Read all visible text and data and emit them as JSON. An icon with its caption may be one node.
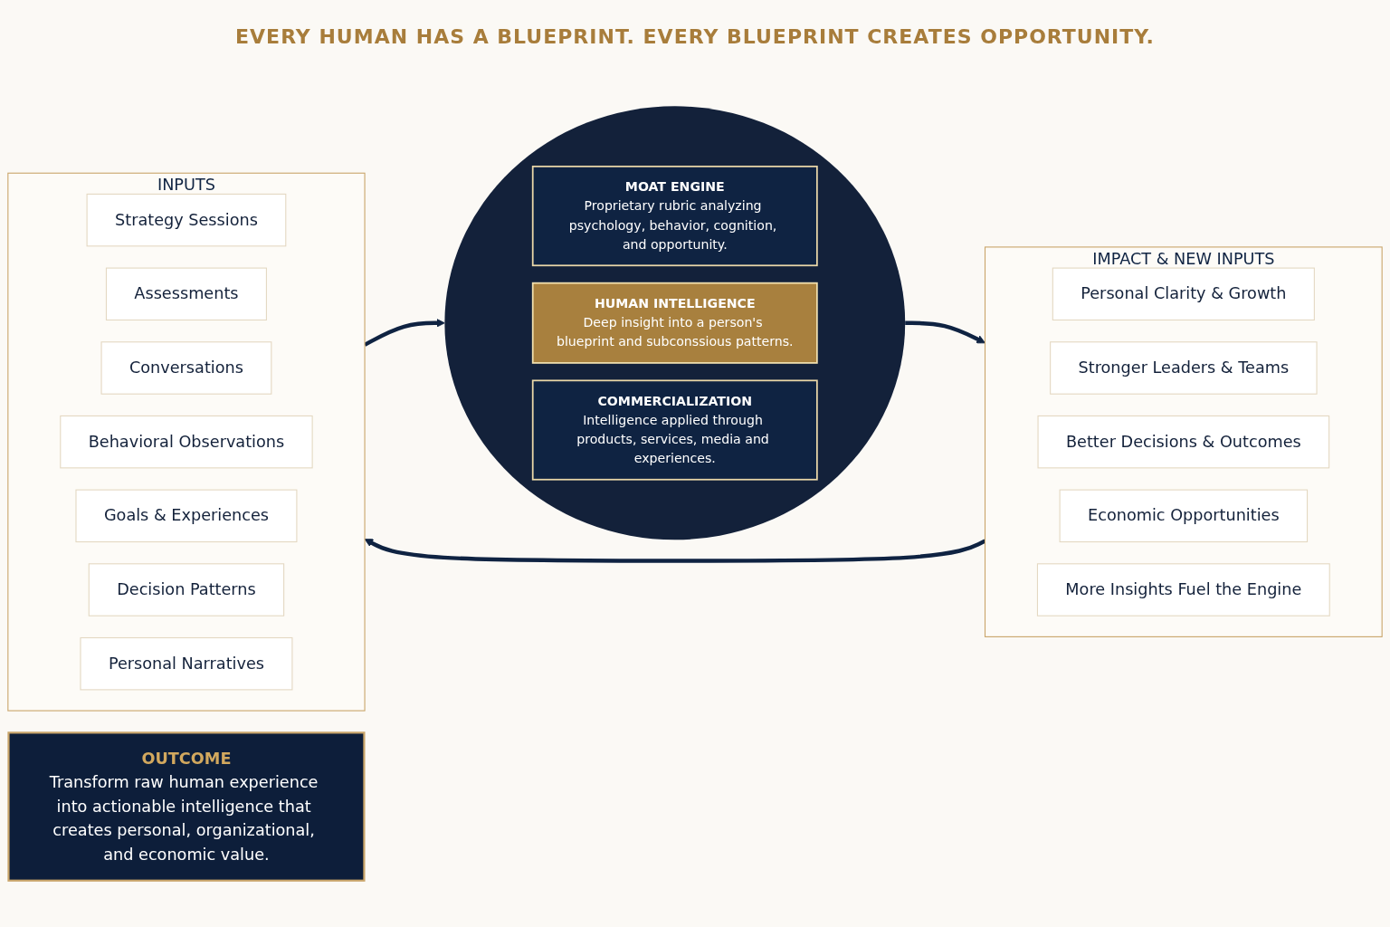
{
  "diagram": {
    "nodes": [
      {
        "text": [
          "INPUTS"
        ]
      },
      {
        "text": [
          "Strategy Sessions"
        ],
        "in": 0
      },
      {
        "text": [
          "Assessments"
        ],
        "in": 0
      },
      {
        "text": [
          "Conversations"
        ],
        "in": 0
      },
      {
        "text": [
          "Behavioral Observations"
        ],
        "in": 0
      },
      {
        "text": [
          "Goals & Experiences"
        ],
        "in": 0
      },
      {
        "text": [
          "Decision Patterns"
        ],
        "in": 0
      },
      {
        "text": [
          "Personal Narratives"
        ],
        "in": 0
      },
      {
        "text": [],
        "shape": "circle"
      },
      {
        "text": [
          "MOAT ENGINE",
          "Proprietary rubric analyzing psychology, behavior, cognition, and opportunity."
        ],
        "in": 8
      },
      {
        "text": [
          "HUMAN INTELLIGENCE",
          "Deep insight into a person's blueprint and subconssious patterns."
        ],
        "in": 8
      },
      {
        "text": [
          "COMMERCIALIZATION",
          "Intelligence applied through products, services, media and experiences."
        ],
        "in": 8
      },
      {
        "text": [
          "IMPACT & NEW INPUTS"
        ]
      },
      {
        "text": [
          "Personal Clarity & Growth"
        ],
        "in": 12
      },
      {
        "text": [
          "Stronger Leaders & Teams"
        ],
        "in": 12
      },
      {
        "text": [
          "Better Decisions & Outcomes"
        ],
        "in": 12
      },
      {
        "text": [
          "Economic Opportunities"
        ],
        "in": 12
      },
      {
        "text": [
          "More Insights Fuel the Engine"
        ],
        "in": 12
      },
      {
        "text": [
          "OUTCOME",
          "Transform raw human experience into actionable intelligence that creates personal, organizational, and economic value."
        ]
      }
    ],
    "edges": [
      {
        "from": 0,
        "to": 8,
        "arrow": "to"
      },
      {
        "from": 8,
        "to": 12,
        "arrow": "to"
      },
      {
        "from": 12,
        "to": 0,
        "arrow": "to"
      }
    ],
    "labels": [
      "EVERY HUMAN HAS A BLUEPRINT. EVERY BLUEPRINT CREATES OPPORTUNITY."
    ]
  }
}
